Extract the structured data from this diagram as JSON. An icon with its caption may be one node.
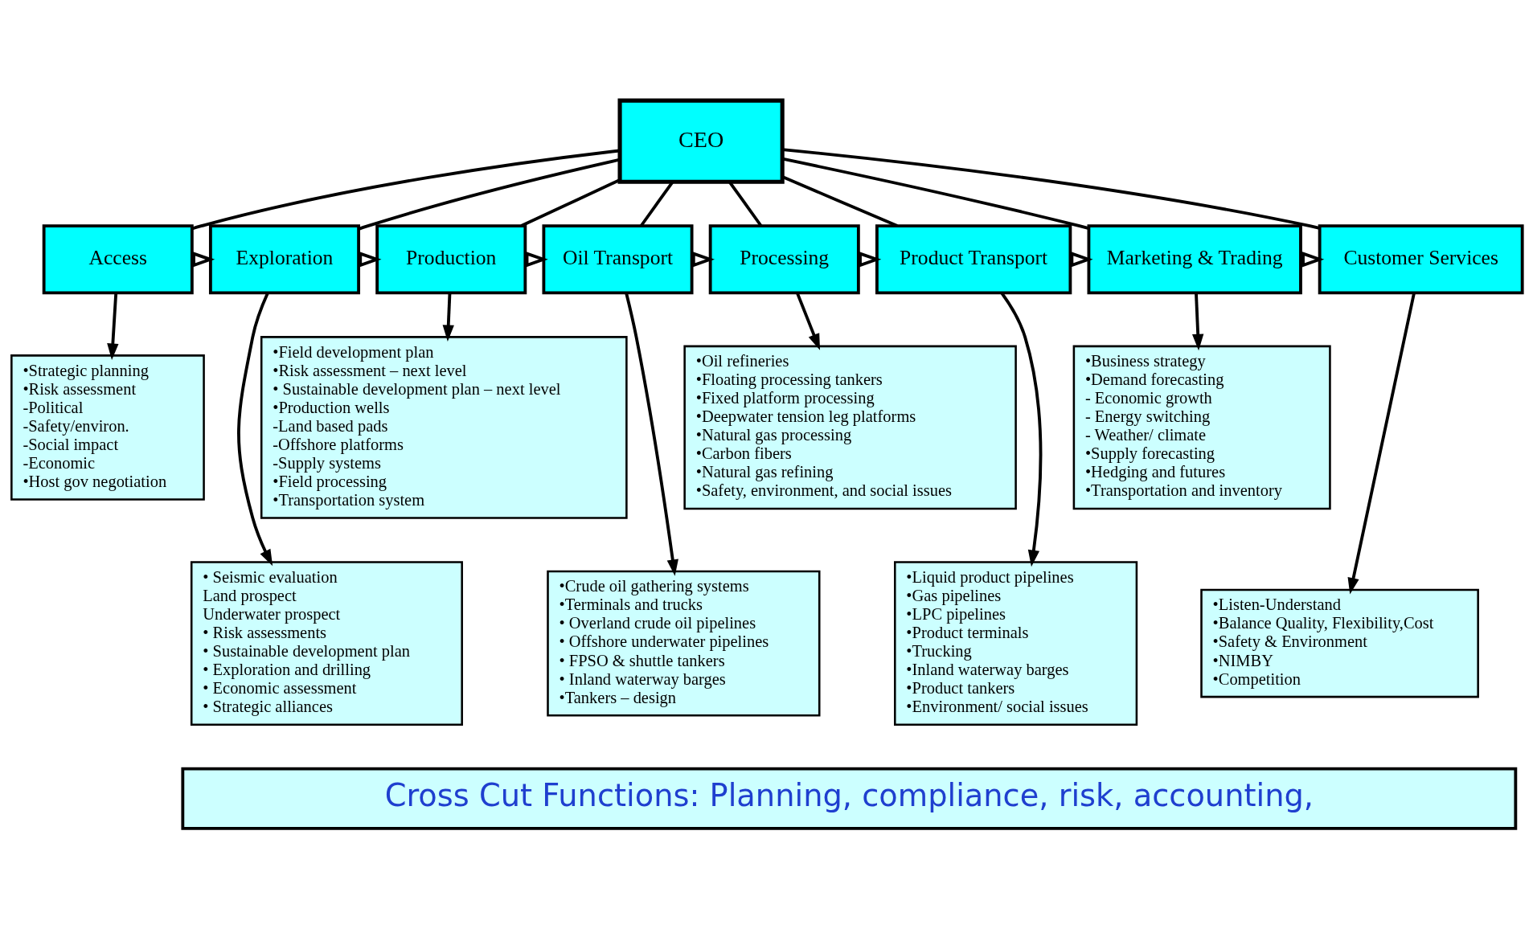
{
  "diagram": {
    "nodes": [
      {
        "text": [
          "CEO"
        ]
      },
      {
        "text": [
          "Access"
        ]
      },
      {
        "text": [
          "Exploration"
        ]
      },
      {
        "text": [
          "Production"
        ]
      },
      {
        "text": [
          "Oil Transport"
        ]
      },
      {
        "text": [
          "Processing"
        ]
      },
      {
        "text": [
          "Product Transport"
        ]
      },
      {
        "text": [
          "Marketing & Trading"
        ]
      },
      {
        "text": [
          "Customer Services"
        ]
      },
      {
        "text": [
          "•Strategic planning",
          "•Risk assessment",
          "-Political",
          "-Safety/environ.",
          "-Social impact",
          "-Economic",
          "•Host gov negotiation"
        ]
      },
      {
        "text": [
          "• Seismic evaluation",
          "Land prospect",
          "Underwater prospect",
          "• Risk assessments",
          "• Sustainable development plan",
          "• Exploration and drilling",
          "• Economic assessment",
          "• Strategic alliances"
        ]
      },
      {
        "text": [
          "•Field development plan",
          "•Risk assessment – next level",
          "• Sustainable development plan – next level",
          "•Production wells",
          "-Land based pads",
          "-Offshore platforms",
          "-Supply systems",
          "•Field processing",
          "•Transportation system"
        ]
      },
      {
        "text": [
          "•Crude oil gathering systems",
          "•Terminals and trucks",
          "• Overland crude oil pipelines",
          "• Offshore underwater pipelines",
          "• FPSO & shuttle tankers",
          "• Inland waterway barges",
          "•Tankers – design"
        ]
      },
      {
        "text": [
          "•Oil refineries",
          "•Floating processing tankers",
          "•Fixed platform processing",
          "•Deepwater tension leg platforms",
          "•Natural gas processing",
          "•Carbon fibers",
          "•Natural gas refining",
          "•Safety, environment, and social issues"
        ]
      },
      {
        "text": [
          "•Liquid product pipelines",
          "•Gas pipelines",
          "•LPC pipelines",
          "•Product terminals",
          "•Trucking",
          "•Inland waterway barges",
          "•Product tankers",
          "•Environment/ social issues"
        ]
      },
      {
        "text": [
          "•Business strategy",
          "•Demand forecasting",
          "- Economic growth",
          "- Energy switching",
          "- Weather/ climate",
          "•Supply forecasting",
          "•Hedging and futures",
          "•Transportation and inventory"
        ]
      },
      {
        "text": [
          "•Listen-Understand",
          "•Balance Quality, Flexibility,Cost",
          "•Safety & Environment",
          "•NIMBY",
          "•Competition"
        ]
      },
      {
        "text": [
          "Cross Cut Functions: Planning, compliance, risk, accounting,"
        ]
      }
    ],
    "edges": [
      {
        "from": 0,
        "to": 1,
        "arrow": "none"
      },
      {
        "from": 0,
        "to": 2,
        "arrow": "none"
      },
      {
        "from": 0,
        "to": 3,
        "arrow": "none"
      },
      {
        "from": 0,
        "to": 4,
        "arrow": "none"
      },
      {
        "from": 0,
        "to": 5,
        "arrow": "none"
      },
      {
        "from": 0,
        "to": 6,
        "arrow": "none"
      },
      {
        "from": 0,
        "to": 7,
        "arrow": "none"
      },
      {
        "from": 0,
        "to": 8,
        "arrow": "none"
      },
      {
        "from": 1,
        "to": 2,
        "arrow": "to"
      },
      {
        "from": 2,
        "to": 3,
        "arrow": "to"
      },
      {
        "from": 3,
        "to": 4,
        "arrow": "to"
      },
      {
        "from": 4,
        "to": 5,
        "arrow": "to"
      },
      {
        "from": 5,
        "to": 6,
        "arrow": "to"
      },
      {
        "from": 6,
        "to": 7,
        "arrow": "to"
      },
      {
        "from": 7,
        "to": 8,
        "arrow": "to"
      },
      {
        "from": 1,
        "to": 9,
        "arrow": "to"
      },
      {
        "from": 2,
        "to": 10,
        "arrow": "to"
      },
      {
        "from": 3,
        "to": 11,
        "arrow": "to"
      },
      {
        "from": 4,
        "to": 12,
        "arrow": "to"
      },
      {
        "from": 5,
        "to": 13,
        "arrow": "to"
      },
      {
        "from": 6,
        "to": 14,
        "arrow": "to"
      },
      {
        "from": 7,
        "to": 15,
        "arrow": "to"
      },
      {
        "from": 8,
        "to": 16,
        "arrow": "to"
      }
    ]
  }
}
